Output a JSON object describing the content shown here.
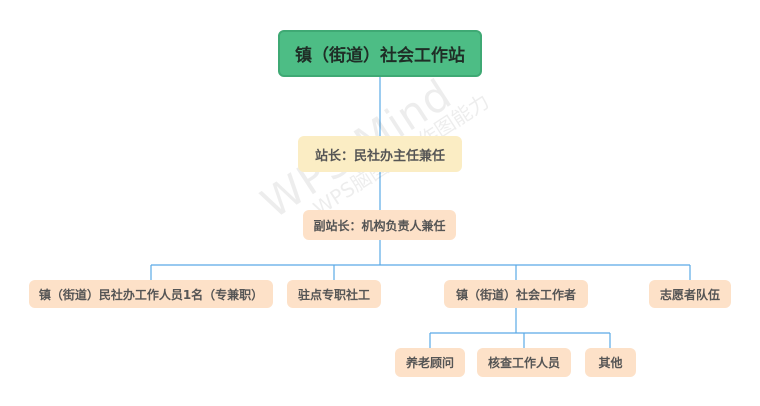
{
  "root": {
    "label": "镇（街道）社会工作站"
  },
  "level1": {
    "label": "站长：民社办主任兼任"
  },
  "level2": {
    "label": "副站长：机构负责人兼任"
  },
  "children": [
    {
      "label": "镇（街道）民社办工作人员1名（专兼职）"
    },
    {
      "label": "驻点专职社工"
    },
    {
      "label": "镇（街道）社会工作者"
    },
    {
      "label": "志愿者队伍"
    }
  ],
  "grandchildren": [
    {
      "label": "养老顾问"
    },
    {
      "label": "核查工作人员"
    },
    {
      "label": "其他"
    }
  ],
  "watermark": {
    "main": "WPS Mind",
    "sub": "WPS脑图提供作图能力"
  },
  "colors": {
    "root_fill": "#4dbd85",
    "level1_fill": "#fbedc4",
    "node_fill": "#fde1c8",
    "connector": "#5aa9e6"
  }
}
